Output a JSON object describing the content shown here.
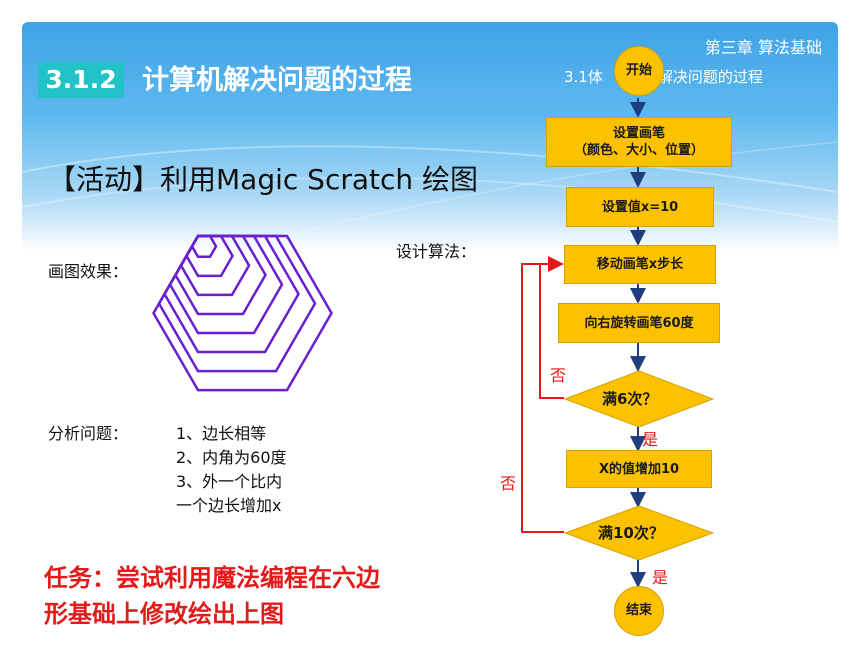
{
  "header": {
    "section_number": "3.1.2",
    "section_title": "计算机解决问题的过程",
    "chapter": "第三章  算法基础",
    "subsection": "3.1体",
    "subsection_tail": "机解决问题的过程"
  },
  "activity_title": "【活动】利用Magic Scratch 绘图",
  "drawing_label": "画图效果：",
  "analysis": {
    "label": "分析问题：",
    "points": [
      "1、边长相等",
      "2、内角为60度",
      "3、外一个比内",
      "一个边长增加x"
    ]
  },
  "design_label": "设计算法：",
  "task": {
    "line1": "任务：尝试利用魔法编程在六边",
    "line2": "形基础上修改绘出上图"
  },
  "flowchart": {
    "start": "开始",
    "set_pen": "设置画笔",
    "set_pen_detail": "（颜色、大小、位置）",
    "set_x": "设置值x=10",
    "move": "移动画笔x步长",
    "rotate": "向右旋转画笔60度",
    "cond_inner": "满6次？",
    "inc_x": "X的值增加10",
    "cond_outer": "满10次？",
    "end": "结束",
    "yes": "是",
    "no": "否"
  },
  "colors": {
    "box_fill": "#fcc200",
    "arrow": "#1f3d7a",
    "loop_line": "#e21a1a",
    "hexagon": "#6a1fd1",
    "task_text": "#e21a1a",
    "section_badge": "#22c3c7"
  }
}
